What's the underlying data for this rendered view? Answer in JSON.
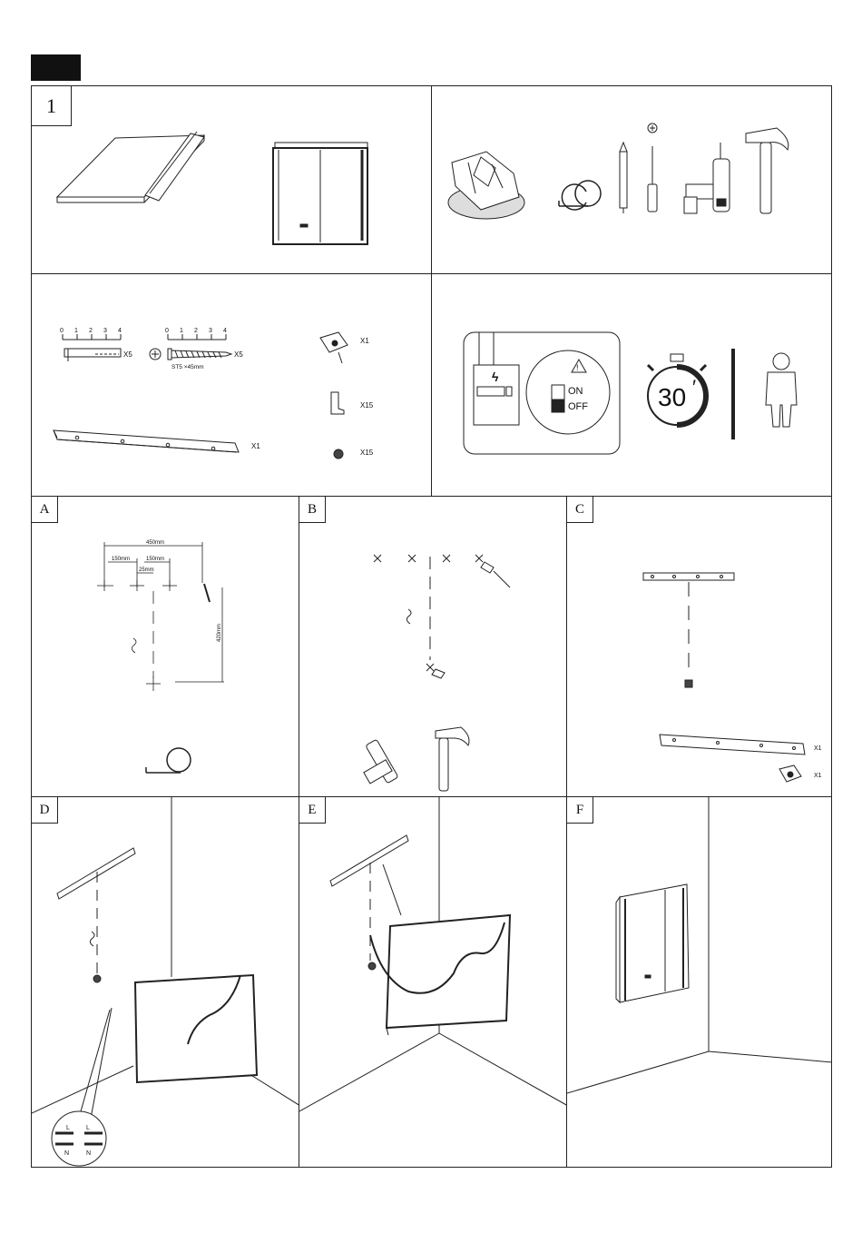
{
  "steps": {
    "s1": "1",
    "a": "A",
    "b": "B",
    "c": "C",
    "d": "D",
    "e": "E",
    "f": "F"
  },
  "parts": {
    "anchor_qty": "X5",
    "screw_qty": "X5",
    "screw_spec": "ST5 ×45mm",
    "ruler_ticks": [
      "0",
      "1",
      "2",
      "3",
      "4"
    ],
    "bracket_qty": "X1",
    "connector_qty": "X1",
    "clip_qty": "X15",
    "nut_qty": "X15"
  },
  "safety": {
    "on_label": "ON",
    "off_label": "OFF",
    "timer_value": "30",
    "timer_unit": "′"
  },
  "step_a": {
    "dim_total": "450mm",
    "dim_left": "150mm",
    "dim_mid": "150mm",
    "dim_small": "25mm",
    "dim_vertical": "420mm"
  },
  "step_c": {
    "bracket_qty": "X1",
    "connector_qty": "X1"
  },
  "step_d": {
    "wire_l_left": "L",
    "wire_l_right": "L",
    "wire_n_left": "N",
    "wire_n_right": "N"
  }
}
